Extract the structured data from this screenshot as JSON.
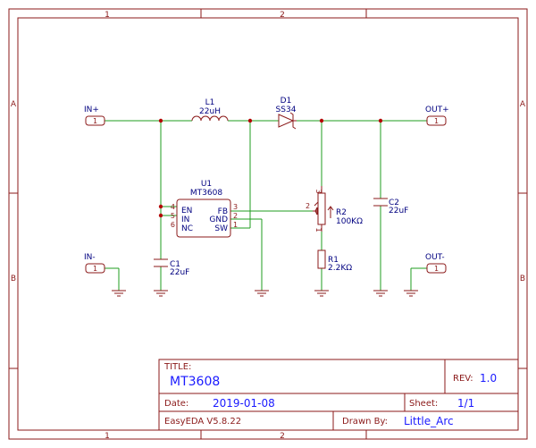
{
  "frame": {
    "col_labels": [
      "1",
      "2"
    ],
    "row_labels": [
      "A",
      "B"
    ]
  },
  "nets": {
    "in_plus": "IN+",
    "in_minus": "IN-",
    "out_plus": "OUT+",
    "out_minus": "OUT-"
  },
  "port_pin": "1",
  "components": {
    "l1": {
      "ref": "L1",
      "value": "22uH"
    },
    "d1": {
      "ref": "D1",
      "value": "SS34"
    },
    "u1": {
      "ref": "U1",
      "value": "MT3608",
      "pins_left": [
        {
          "num": "4",
          "name": "EN"
        },
        {
          "num": "5",
          "name": "IN"
        },
        {
          "num": "6",
          "name": "NC"
        }
      ],
      "pins_right": [
        {
          "num": "3",
          "name": "FB"
        },
        {
          "num": "2",
          "name": "GND"
        },
        {
          "num": "1",
          "name": "SW"
        }
      ]
    },
    "c1": {
      "ref": "C1",
      "value": "22uF"
    },
    "c2": {
      "ref": "C2",
      "value": "22uF"
    },
    "r2": {
      "ref": "R2",
      "value": "100KΩ",
      "pins": [
        "3",
        "2",
        "1"
      ]
    },
    "r1": {
      "ref": "R1",
      "value": "2.2KΩ"
    }
  },
  "title_block": {
    "title_label": "TITLE:",
    "title": "MT3608",
    "rev_label": "REV:",
    "rev": "1.0",
    "date_label": "Date:",
    "date": "2019-01-08",
    "sheet_label": "Sheet:",
    "sheet": "1/1",
    "software": "EasyEDA V5.8.22",
    "drawn_by_label": "Drawn By:",
    "drawn_by": "Little_Arc"
  }
}
